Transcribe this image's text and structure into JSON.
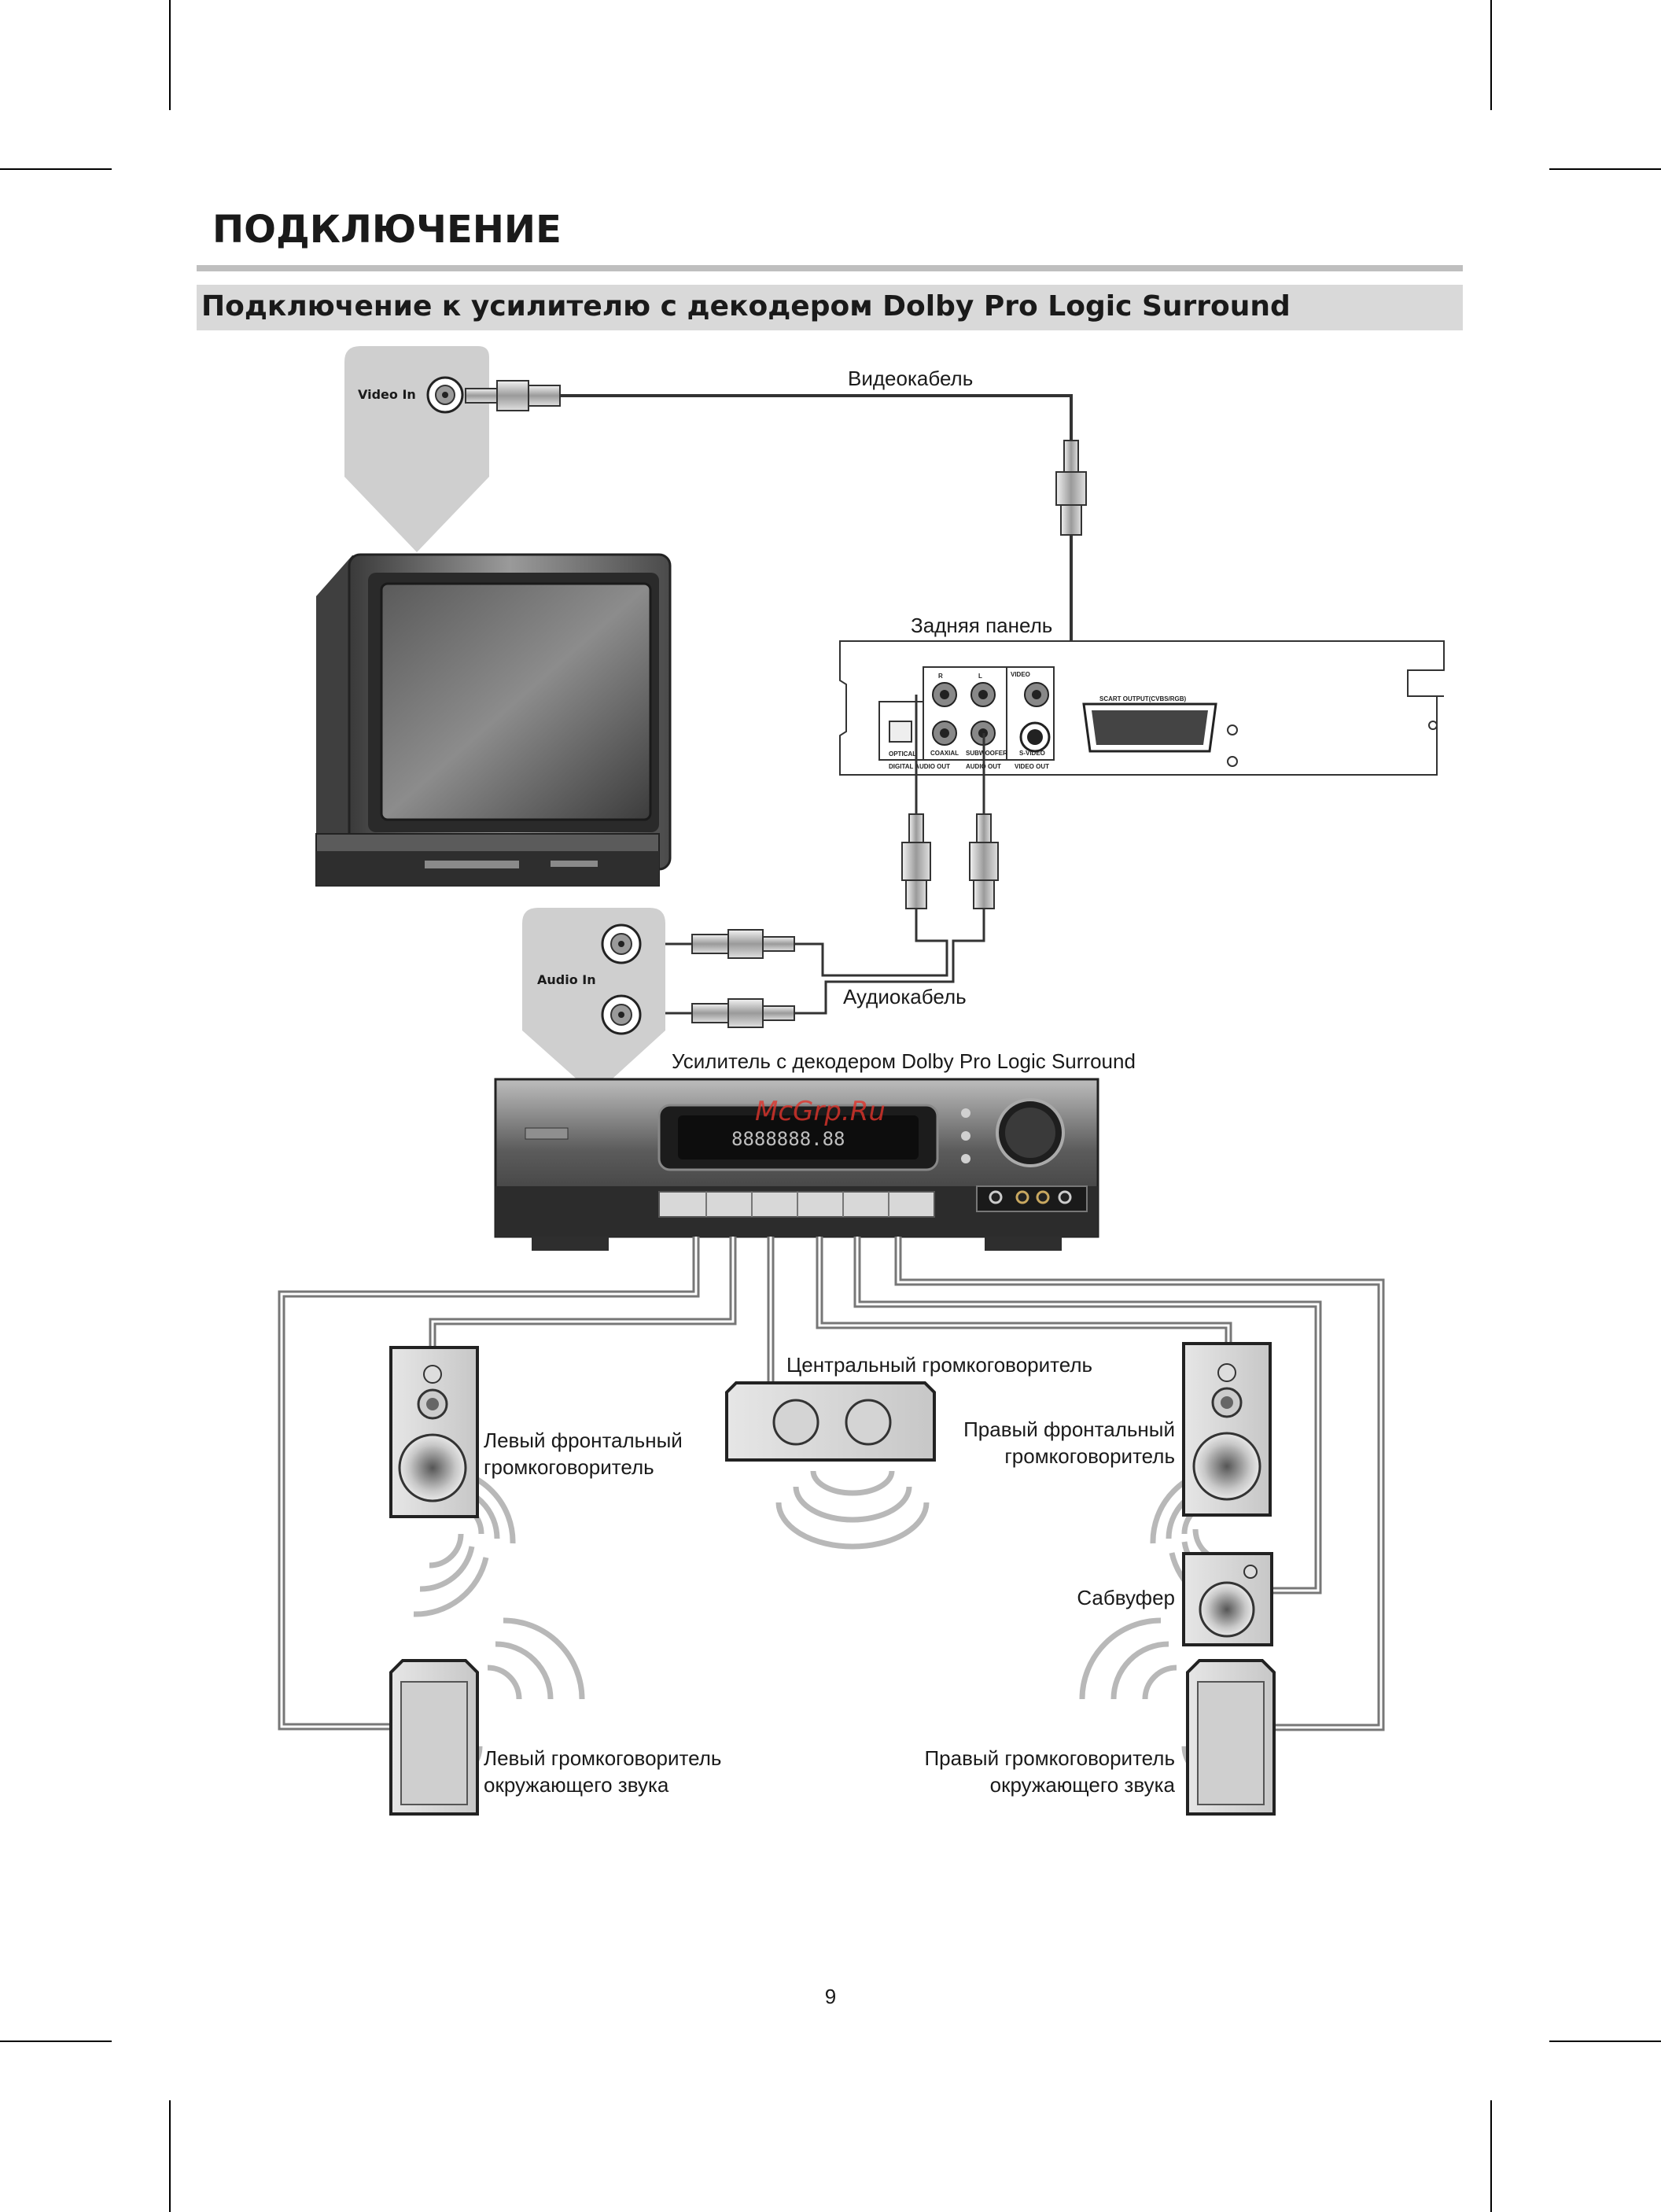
{
  "page": {
    "heading": "ПОДКЛЮЧЕНИЕ",
    "section_title": "Подключение к усилителю с декодером Dolby Pro Logic Surround",
    "page_number": "9",
    "watermark": "McGrp.Ru"
  },
  "labels": {
    "video_in": "Video In",
    "audio_in": "Audio In",
    "video_cable": "Видеокабель",
    "rear_panel": "Задняя панель",
    "audio_cable": "Аудиокабель",
    "amplifier": "Усилитель с декодером Dolby Pro Logic Surround",
    "center_speaker": "Центральный громкоговоритель",
    "left_front_1": "Левый фронтальный",
    "left_front_2": "громкоговоритель",
    "right_front_1": "Правый фронтальный",
    "right_front_2": "громкоговоритель",
    "subwoofer": "Сабвуфер",
    "left_surround_1": "Левый громкоговоритель",
    "left_surround_2": "окружающего звука",
    "right_surround_1": "Правый громкоговоритель",
    "right_surround_2": "окружающего звука"
  },
  "panel": {
    "scart": "SCART OUTPUT(CVBS/RGB)",
    "video": "VIDEO",
    "r": "R",
    "l": "L",
    "optical": "OPTICAL",
    "coaxial": "COAXIAL",
    "subwoofer": "SUBWOOFER",
    "s_video": "S-VIDEO",
    "digital_audio_out": "DIGITAL AUDIO OUT",
    "audio_out": "AUDIO OUT",
    "video_out": "VIDEO OUT"
  },
  "colors": {
    "wire": "#777777",
    "section_bar": "#d9d9d9",
    "rule": "#bfbfbf",
    "watermark": "#e0342c"
  }
}
